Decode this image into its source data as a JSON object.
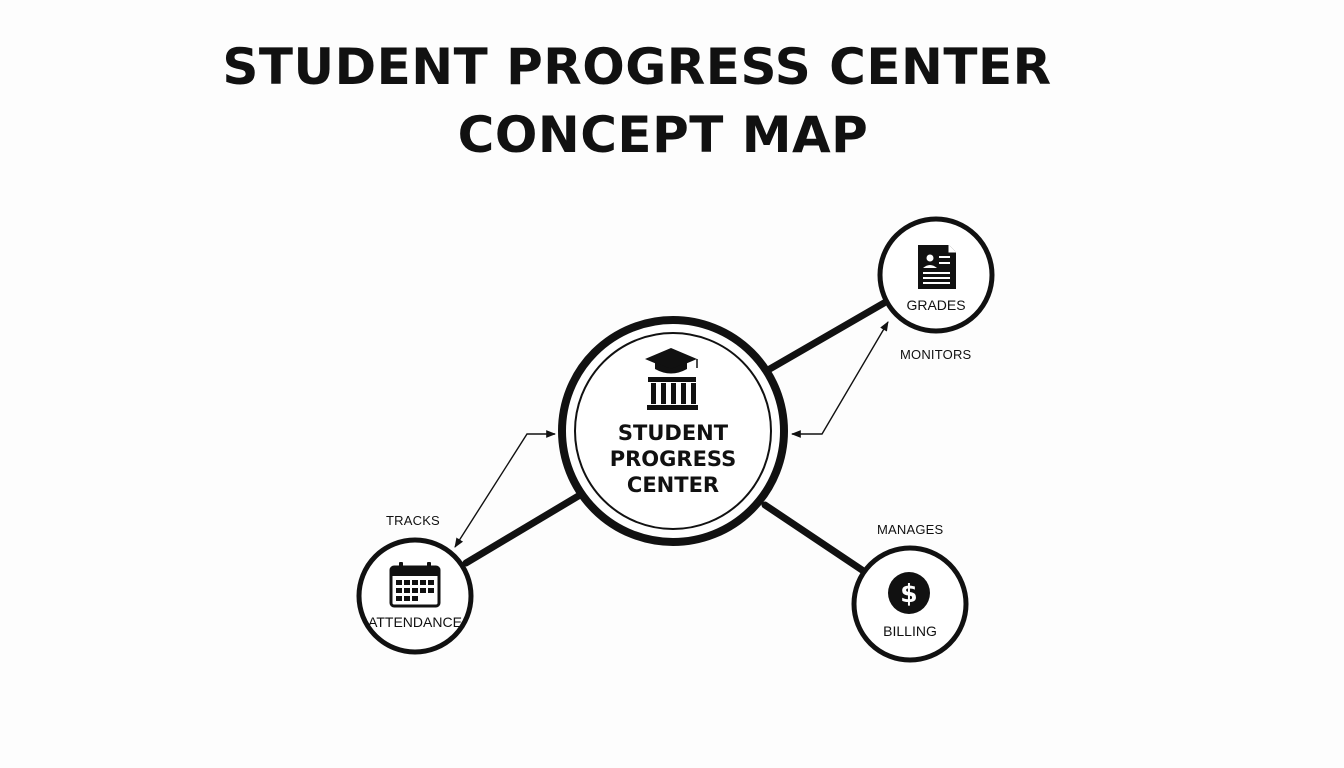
{
  "title": {
    "line1": "STUDENT PROGRESS CENTER",
    "line2": "CONCEPT MAP"
  },
  "center": {
    "line1": "STUDENT",
    "line2": "PROGRESS",
    "line3": "CENTER",
    "icon": "graduation-building-icon"
  },
  "nodes": {
    "grades": {
      "label": "GRADES",
      "icon": "report-card-icon"
    },
    "attendance": {
      "label": "ATTENDANCE",
      "icon": "calendar-icon"
    },
    "billing": {
      "label": "BILLING",
      "icon": "dollar-icon"
    }
  },
  "relations": {
    "monitors": "MONITORS",
    "tracks": "TRACKS",
    "manages": "MANAGES"
  },
  "colors": {
    "ink": "#111111",
    "background": "#fdfdfd"
  }
}
